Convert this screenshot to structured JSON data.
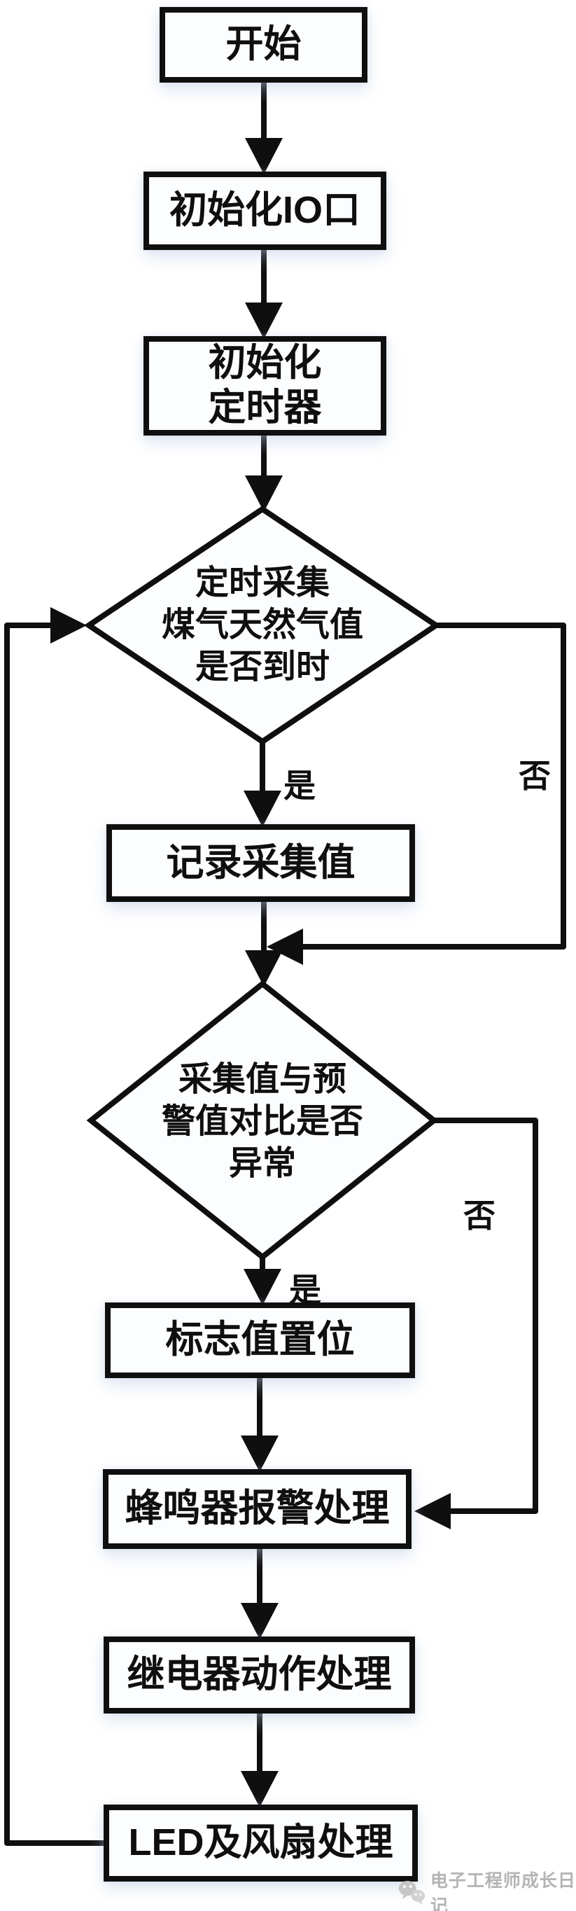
{
  "flowchart": {
    "nodes": {
      "start": {
        "label": "开始"
      },
      "init_io": {
        "label": "初始化IO口"
      },
      "init_timer": {
        "line1": "初始化",
        "line2": "定时器"
      },
      "decision_timing": {
        "line1": "定时采集",
        "line2": "煤气天然气值",
        "line3": "是否到时"
      },
      "record": {
        "label": "记录采集值"
      },
      "decision_compare": {
        "line1": "采集值与预",
        "line2": "警值对比是否",
        "line3": "异常"
      },
      "set_flag": {
        "label": "标志值置位"
      },
      "buzzer": {
        "label": "蜂鸣器报警处理"
      },
      "relay": {
        "label": "继电器动作处理"
      },
      "led_fan": {
        "label": "LED及风扇处理"
      }
    },
    "edge_labels": {
      "decision_timing": {
        "yes": "是",
        "no": "否"
      },
      "decision_compare": {
        "yes": "是",
        "no": "否"
      }
    },
    "colors": {
      "line": "#0f0f0f",
      "node_fill": "#fbfdff",
      "watermark": "#b4b4b4"
    },
    "watermark": {
      "text": "电子工程师成长日记",
      "icon": "wechat-icon"
    }
  }
}
